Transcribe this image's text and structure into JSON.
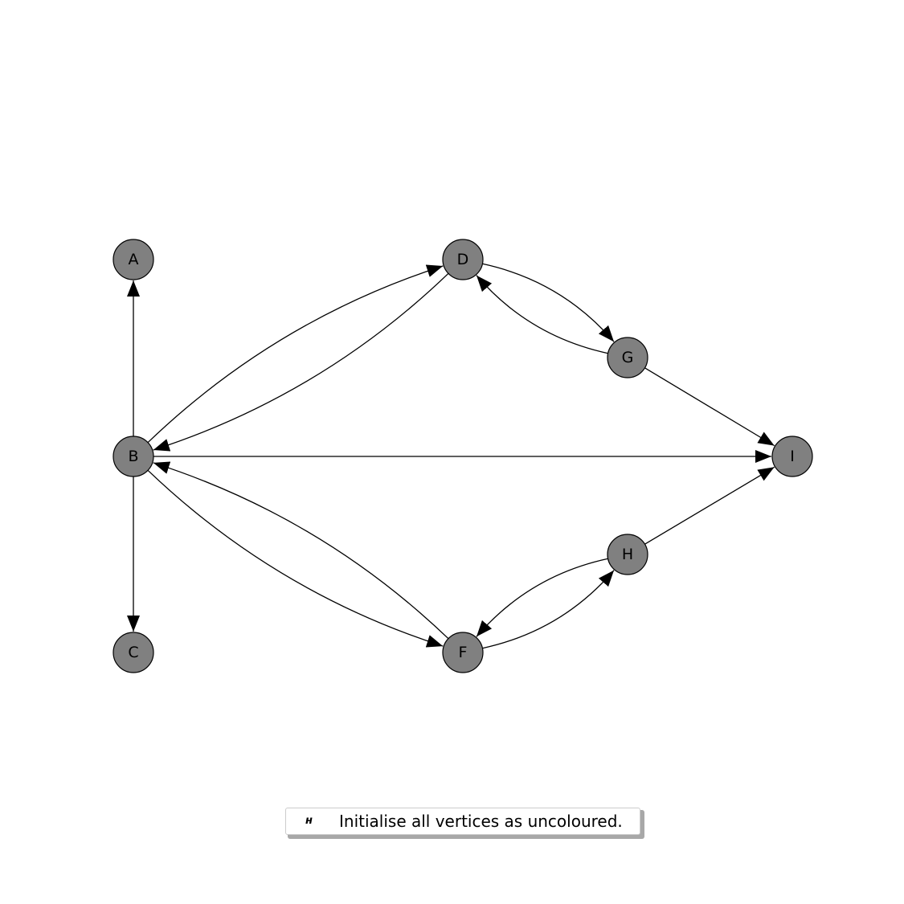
{
  "nodes": [
    {
      "id": "A",
      "label": "A"
    },
    {
      "id": "B",
      "label": "B"
    },
    {
      "id": "C",
      "label": "C"
    },
    {
      "id": "D",
      "label": "D"
    },
    {
      "id": "F",
      "label": "F"
    },
    {
      "id": "G",
      "label": "G"
    },
    {
      "id": "H",
      "label": "H"
    },
    {
      "id": "I",
      "label": "I"
    }
  ],
  "edges": [
    {
      "from": "B",
      "to": "A"
    },
    {
      "from": "B",
      "to": "C"
    },
    {
      "from": "B",
      "to": "D"
    },
    {
      "from": "D",
      "to": "B"
    },
    {
      "from": "B",
      "to": "I"
    },
    {
      "from": "B",
      "to": "F"
    },
    {
      "from": "F",
      "to": "B"
    },
    {
      "from": "D",
      "to": "G"
    },
    {
      "from": "G",
      "to": "D"
    },
    {
      "from": "G",
      "to": "I"
    },
    {
      "from": "F",
      "to": "H"
    },
    {
      "from": "H",
      "to": "F"
    },
    {
      "from": "H",
      "to": "I"
    }
  ],
  "colors": {
    "node_fill": "#808080",
    "node_stroke": "#000000",
    "edge": "#000000"
  },
  "legend": {
    "marker": "ʜ",
    "text": "Initialise all vertices as uncoloured."
  }
}
